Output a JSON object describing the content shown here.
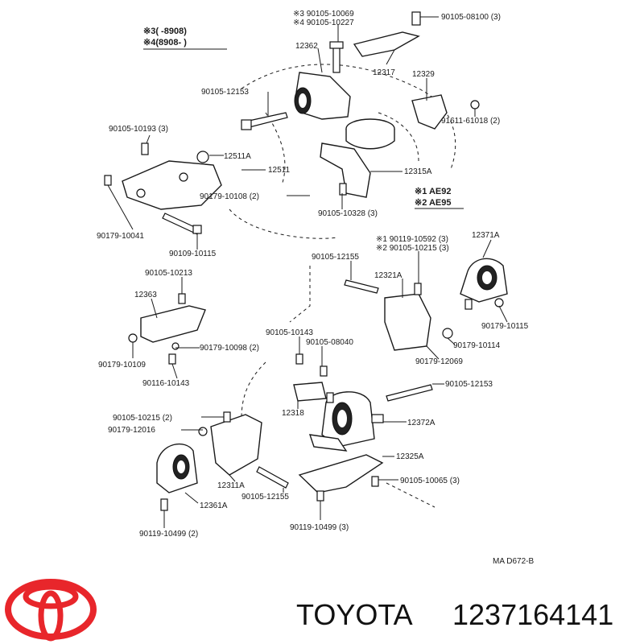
{
  "legend_top": {
    "line1": "※3(      -8908)",
    "line2": "※4(8908-      )"
  },
  "legend_mid": {
    "line1": "※1 AE92",
    "line2": "※2 AE95"
  },
  "labels": {
    "l_90105_10069": "※3 90105-10069",
    "l_90105_10227": "※4 90105-10227",
    "l_90105_08100": "90105-08100 (3)",
    "l_12362": "12362",
    "l_12317": "12317",
    "l_12329": "12329",
    "l_90105_12153_a": "90105-12153",
    "l_91611_61018": "91611-61018 (2)",
    "l_90105_10193": "90105-10193 (3)",
    "l_12511A": "12511A",
    "l_12511": "12511",
    "l_12315A": "12315A",
    "l_90179_10108": "90179-10108 (2)",
    "l_90105_10328": "90105-10328 (3)",
    "l_90179_10041": "90179-10041",
    "l_90109_10115": "90109-10115",
    "l_90119_10592": "※1 90119-10592 (3)",
    "l_90105_10215_b": "※2 90105-10215 (3)",
    "l_12371A": "12371A",
    "l_90105_12155_a": "90105-12155",
    "l_90105_10213": "90105-10213",
    "l_12321A": "12321A",
    "l_12363": "12363",
    "l_90179_10115": "90179-10115",
    "l_90105_10143": "90105-10143",
    "l_90105_08040": "90105-08040",
    "l_90179_10114": "90179-10114",
    "l_90179_10098": "90179-10098 (2)",
    "l_90179_10109": "90179-10109",
    "l_90179_12069": "90179-12069",
    "l_90116_10143": "90116-10143",
    "l_90105_12153_b": "90105-12153",
    "l_12318": "12318",
    "l_90105_10215_a": "90105-10215 (2)",
    "l_12372A": "12372A",
    "l_90179_12016": "90179-12016",
    "l_12325A": "12325A",
    "l_90105_10065": "90105-10065 (3)",
    "l_12311A": "12311A",
    "l_90105_12155_b": "90105-12155",
    "l_12361A": "12361A",
    "l_90119_10499_a": "90119-10499 (2)",
    "l_90119_10499_b": "90119-10499 (3)",
    "l_code": "MA  D672-B"
  },
  "footer": {
    "brand": "TOYOTA",
    "part_number": "1237164141"
  },
  "colors": {
    "logo_red": "#e8262b",
    "ink": "#1a1a1a"
  }
}
